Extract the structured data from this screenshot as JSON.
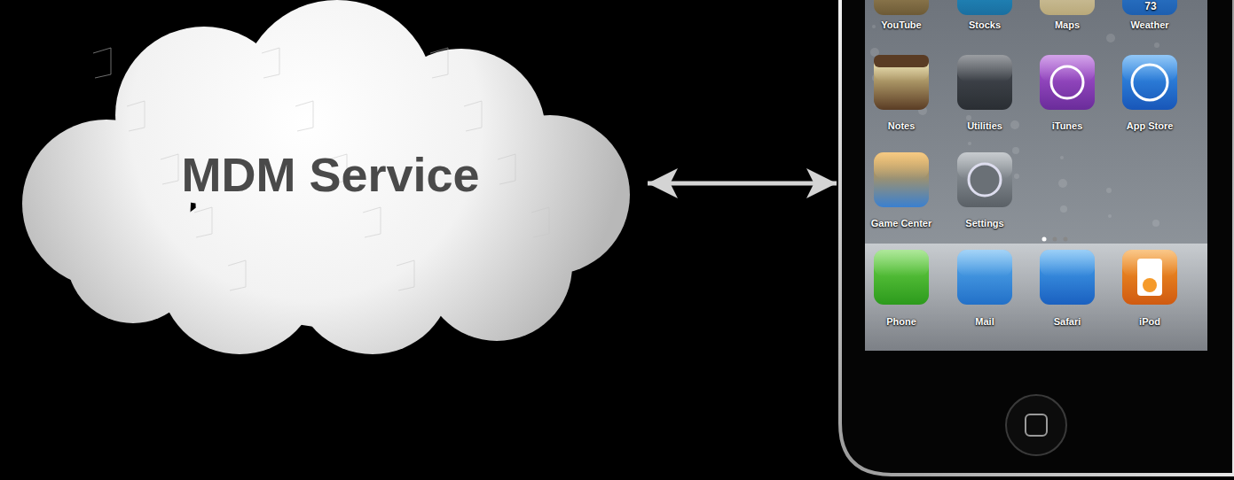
{
  "diagram": {
    "nodes": [
      {
        "text": [
          "MDM Service"
        ]
      },
      {
        "text": [
          "YouTube",
          "Stocks",
          "Maps",
          "Weather",
          "73",
          "Notes",
          "Utilities",
          "iTunes",
          "App Store",
          "Game Center",
          "Settings",
          "Phone",
          "Mail",
          "Safari",
          "iPod"
        ]
      }
    ],
    "edges": [
      {
        "from": 0,
        "to": 1,
        "arrow": "both"
      }
    ]
  }
}
